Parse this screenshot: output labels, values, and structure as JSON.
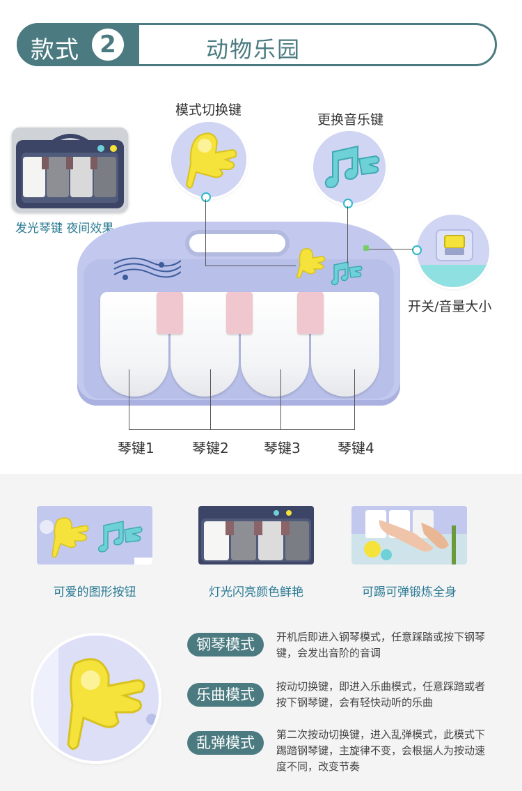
{
  "header": {
    "label": "款式",
    "number": "2",
    "title": "动物乐园"
  },
  "callouts": {
    "mode_switch": "模式切换键",
    "change_music": "更换音乐键",
    "power_volume": "开关/音量大小",
    "night_effect": "发光琴键 夜间效果"
  },
  "keys": [
    "琴键1",
    "琴键2",
    "琴键3",
    "琴键4"
  ],
  "features": [
    {
      "caption": "可爱的图形按钮"
    },
    {
      "caption": "灯光闪亮颜色鲜艳"
    },
    {
      "caption": "可踢可弹锻炼全身"
    }
  ],
  "modes": [
    {
      "badge": "钢琴模式",
      "desc": "开机后即进入钢琴模式，任意踩踏或按下钢琴键，会发出音阶的音调"
    },
    {
      "badge": "乐曲模式",
      "desc": "按动切换键，即进入乐曲模式，任意踩踏或者按下钢琴键，会有轻快动听的乐曲"
    },
    {
      "badge": "乱弹模式",
      "desc": "第二次按动切换键，进入乱弹模式，此模式下踢踏钢琴键，主旋律不变，会根据人为按动速度不同，改变节奏"
    }
  ],
  "colors": {
    "accent": "#4b7b80",
    "caption": "#2a7a92",
    "piano_body": "#c3c9ee",
    "pink_key": "#f0c6cf",
    "yellow_button": "#f5e23a",
    "teal_button": "#6ed1d8"
  }
}
